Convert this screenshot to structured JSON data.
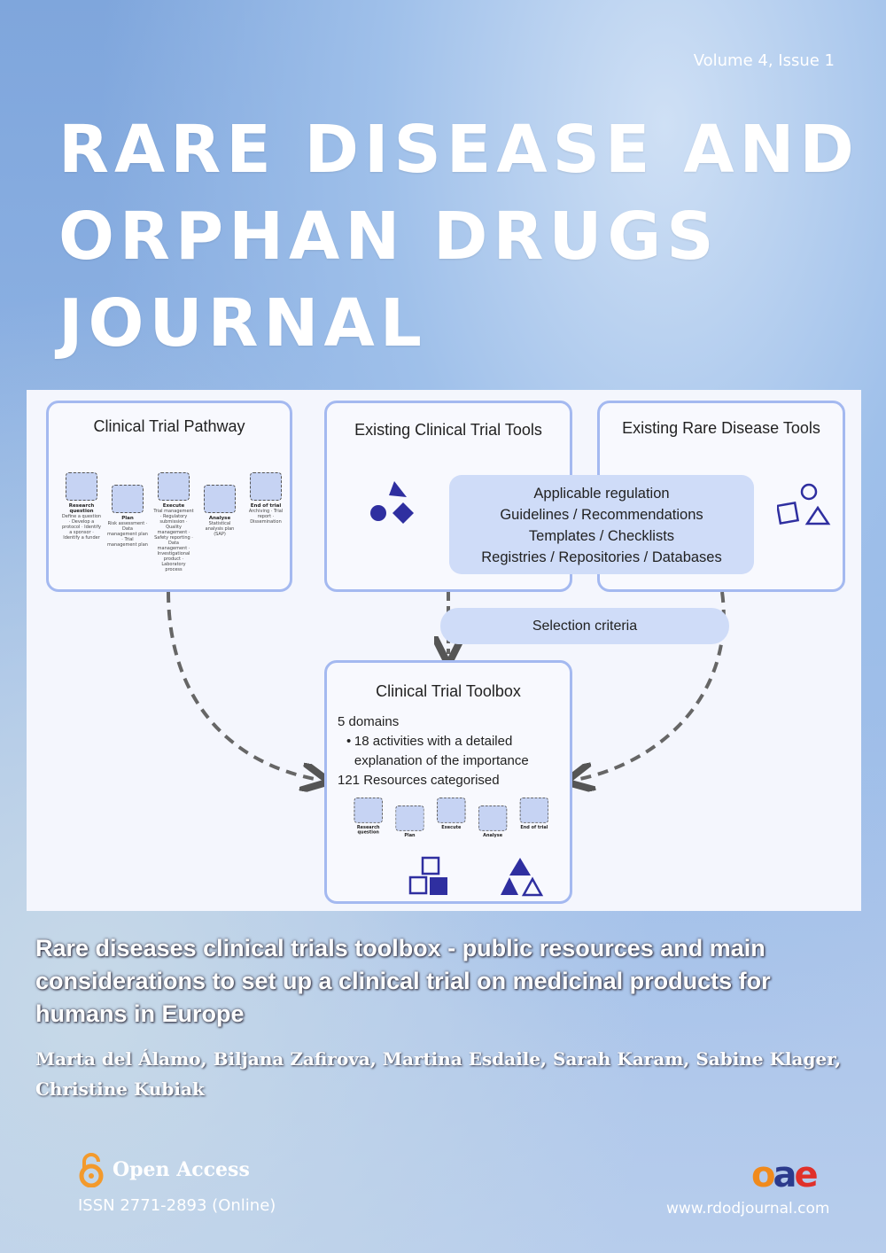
{
  "volume": "Volume 4, Issue 1",
  "journal_title": [
    "Rare Disease and",
    "Orphan Drugs",
    "Journal"
  ],
  "figure": {
    "pathway": {
      "title": "Clinical Trial Pathway",
      "stages": [
        {
          "name": "Research question",
          "items": "Define a question · Develop a protocol · Identify a sponsor · Identify a funder"
        },
        {
          "name": "Plan",
          "items": "Risk assessment · Data management plan · Trial management plan"
        },
        {
          "name": "Execute",
          "items": "Trial management · Regulatory submission · Quality management · Safety reporting · Data management · Investigational product · Laboratory process"
        },
        {
          "name": "Analyse",
          "items": "Statistical analysis plan (SAP)"
        },
        {
          "name": "End of trial",
          "items": "Archiving · Trial report · Dissemination"
        }
      ]
    },
    "ct_tools": {
      "title": "Existing Clinical Trial Tools"
    },
    "rd_tools": {
      "title": "Existing Rare Disease Tools"
    },
    "overlap": [
      "Applicable regulation",
      "Guidelines / Recommendations",
      "Templates / Checklists",
      "Registries / Repositories / Databases"
    ],
    "selection": "Selection criteria",
    "toolbox": {
      "title": "Clinical Trial Toolbox",
      "line1": "5 domains",
      "bullet": "18 activities with a detailed explanation of the importance",
      "line3": "121 Resources categorised"
    }
  },
  "article_title": "Rare diseases clinical trials toolbox - public resources and main considerations to set up a clinical trial on medicinal products for humans in Europe",
  "authors": "Marta del Álamo, Biljana Zafirova, Martina Esdaile, Sarah Karam, Sabine Klager, Christine Kubiak",
  "open_access": "Open Access",
  "issn": "ISSN 2771-2893 (Online)",
  "publisher_logo": "oae",
  "url": "www.rdodjournal.com"
}
